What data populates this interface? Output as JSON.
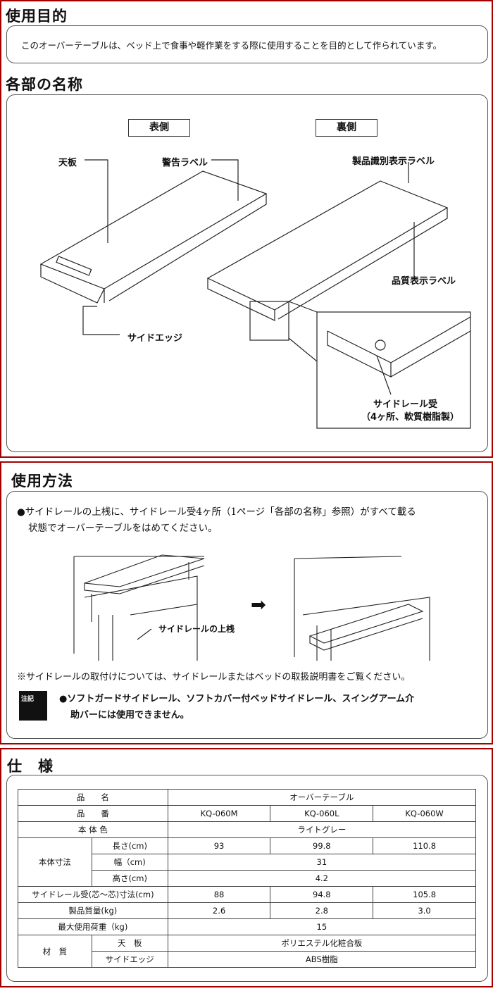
{
  "purpose": {
    "title": "使用目的",
    "text": "このオーバーテーブルは、ベッド上で食事や軽作業をする際に使用することを目的として作られています。"
  },
  "parts": {
    "title": "各部の名称",
    "front": "表側",
    "back": "裏側",
    "labels": {
      "top_board": "天板",
      "warning_label": "警告ラベル",
      "side_edge": "サイドエッジ",
      "id_label": "製品識別表示ラベル",
      "quality_label": "品質表示ラベル",
      "rail_receiver": "サイドレール受",
      "rail_receiver_note": "（4ヶ所、軟質樹脂製）"
    }
  },
  "usage": {
    "title": "使用方法",
    "line1": "●サイドレールの上桟に、サイドレール受4ヶ所（1ページ「各部の名称」参照）がすべて載る",
    "line2": "状態でオーバーテーブルをはめてください。",
    "diagram_label": "サイドレールの上桟",
    "note": "※サイドレールの取付けについては、サイドレールまたはベッドの取扱説明書をご覧ください。",
    "caution_icon_text": "注記",
    "caution1": "●ソフトガードサイドレール、ソフトカバー付ベッドサイドレール、スイングアーム介",
    "caution2": "助バーには使用できません。"
  },
  "spec": {
    "title": "仕　様",
    "rows": {
      "name": [
        "品　　名",
        "オーバーテーブル"
      ],
      "model": [
        "品　　番",
        "KQ-060M",
        "KQ-060L",
        "KQ-060W"
      ],
      "color": [
        "本 体 色",
        "ライトグレー"
      ],
      "dims": "本体寸法",
      "length": [
        "長さ(cm)",
        "93",
        "99.8",
        "110.8"
      ],
      "width": [
        "幅（cm)",
        "31"
      ],
      "height": [
        "高さ(cm)",
        "4.2"
      ],
      "rail": [
        "サイドレール受(芯～芯)寸法(cm)",
        "88",
        "94.8",
        "105.8"
      ],
      "weight": [
        "製品質量(kg)",
        "2.6",
        "2.8",
        "3.0"
      ],
      "load": [
        "最大使用荷重（kg)",
        "15"
      ],
      "material": "材　質",
      "top": [
        "天　板",
        "ポリエステル化粧合板"
      ],
      "edge": [
        "サイドエッジ",
        "ABS樹脂"
      ]
    }
  }
}
